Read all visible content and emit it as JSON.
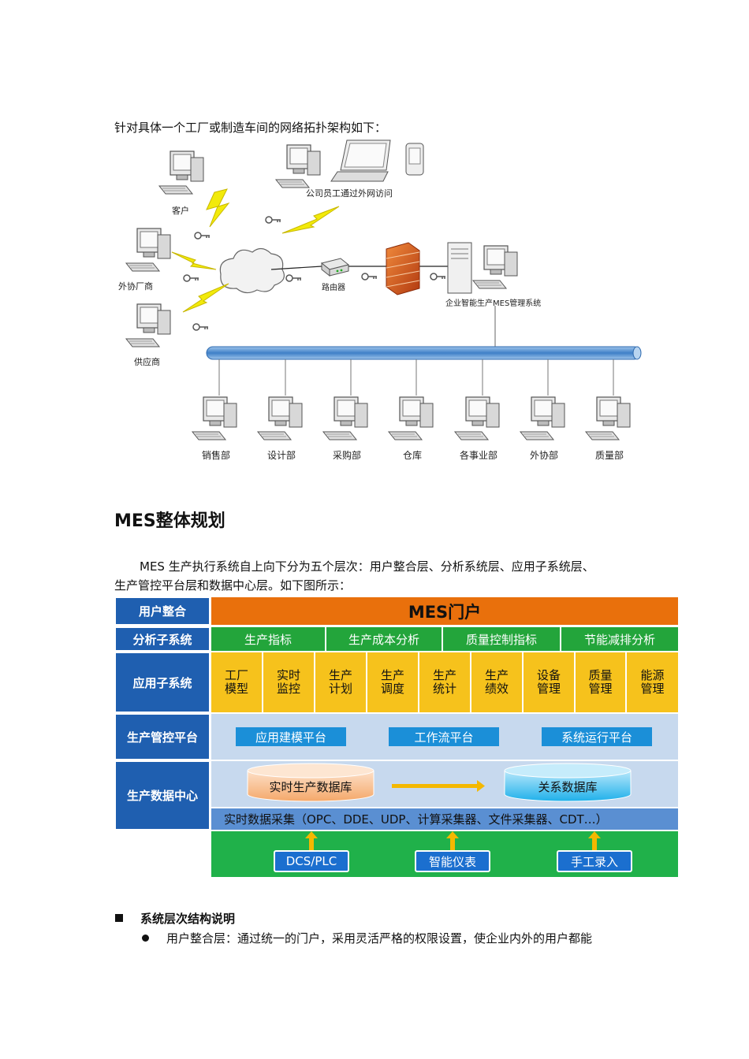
{
  "intro": "针对具体一个工厂或制造车间的网络拓扑架构如下：",
  "network": {
    "clients": [
      "客户",
      "外协厂商",
      "供应商"
    ],
    "remote_label": "公司员工通过外网访问",
    "router_label": "路由器",
    "mes_system_label": "企业智能生产MES管理系统",
    "departments": [
      "销售部",
      "设计部",
      "采购部",
      "仓库",
      "各事业部",
      "外协部",
      "质量部"
    ]
  },
  "section_title": "MES整体规划",
  "para_line1": "MES 生产执行系统自上向下分为五个层次：用户整合层、分析系统层、应用子系统层、",
  "para_line2": "生产管控平台层和数据中心层。如下图所示：",
  "arch": {
    "layer_heads": [
      "用户整合",
      "分析子系统",
      "应用子系统",
      "生产管控平台",
      "生产数据中心"
    ],
    "portal": "MES门户",
    "analysis": [
      "生产指标",
      "生产成本分析",
      "质量控制指标",
      "节能减排分析"
    ],
    "apps": [
      [
        "工厂",
        "模型"
      ],
      [
        "实时",
        "监控"
      ],
      [
        "生产",
        "计划"
      ],
      [
        "生产",
        "调度"
      ],
      [
        "生产",
        "统计"
      ],
      [
        "生产",
        "绩效"
      ],
      [
        "设备",
        "管理"
      ],
      [
        "质量",
        "管理"
      ],
      [
        "能源",
        "管理"
      ]
    ],
    "platforms": [
      "应用建模平台",
      "工作流平台",
      "系统运行平台"
    ],
    "realtime_db": "实时生产数据库",
    "relational_db": "关系数据库",
    "collect": "实时数据采集（OPC、DDE、UDP、计算采集器、文件采集器、CDT…）",
    "sources": [
      "DCS/PLC",
      "智能仪表",
      "手工录入"
    ],
    "colors": {
      "head": "#1f5fb0",
      "portal": "#e9700c",
      "analysis": "#23a53b",
      "app": "#f6c21c",
      "platform": "#1b8fd8",
      "source_bg": "#20b14a"
    }
  },
  "subheading": "系统层次结构说明",
  "bullet1": "用户整合层：通过统一的门户，采用灵活严格的权限设置，使企业内外的用户都能"
}
